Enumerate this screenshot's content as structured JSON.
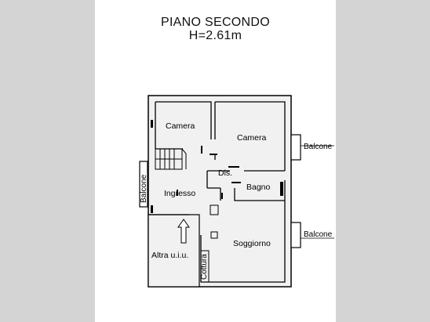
{
  "title": "PIANO SECONDO",
  "subtitle": "H=2.61m",
  "rooms": {
    "camera_1": "Camera",
    "camera_2": "Camera",
    "dis": "Dis.",
    "bagno": "Bagno",
    "ingresso": "Ingresso",
    "soggiorno": "Soggiorno",
    "altra": "Altra u.i.u.",
    "cottura": "Cottura",
    "balcone_left": "Balcone",
    "balcone_right_1": "Balcone",
    "balcone_right_2": "Balcone"
  },
  "colors": {
    "page": "#d4d4d4",
    "sheet": "#ffffff",
    "wall": "#000000",
    "floor": "#f1f1f1"
  }
}
